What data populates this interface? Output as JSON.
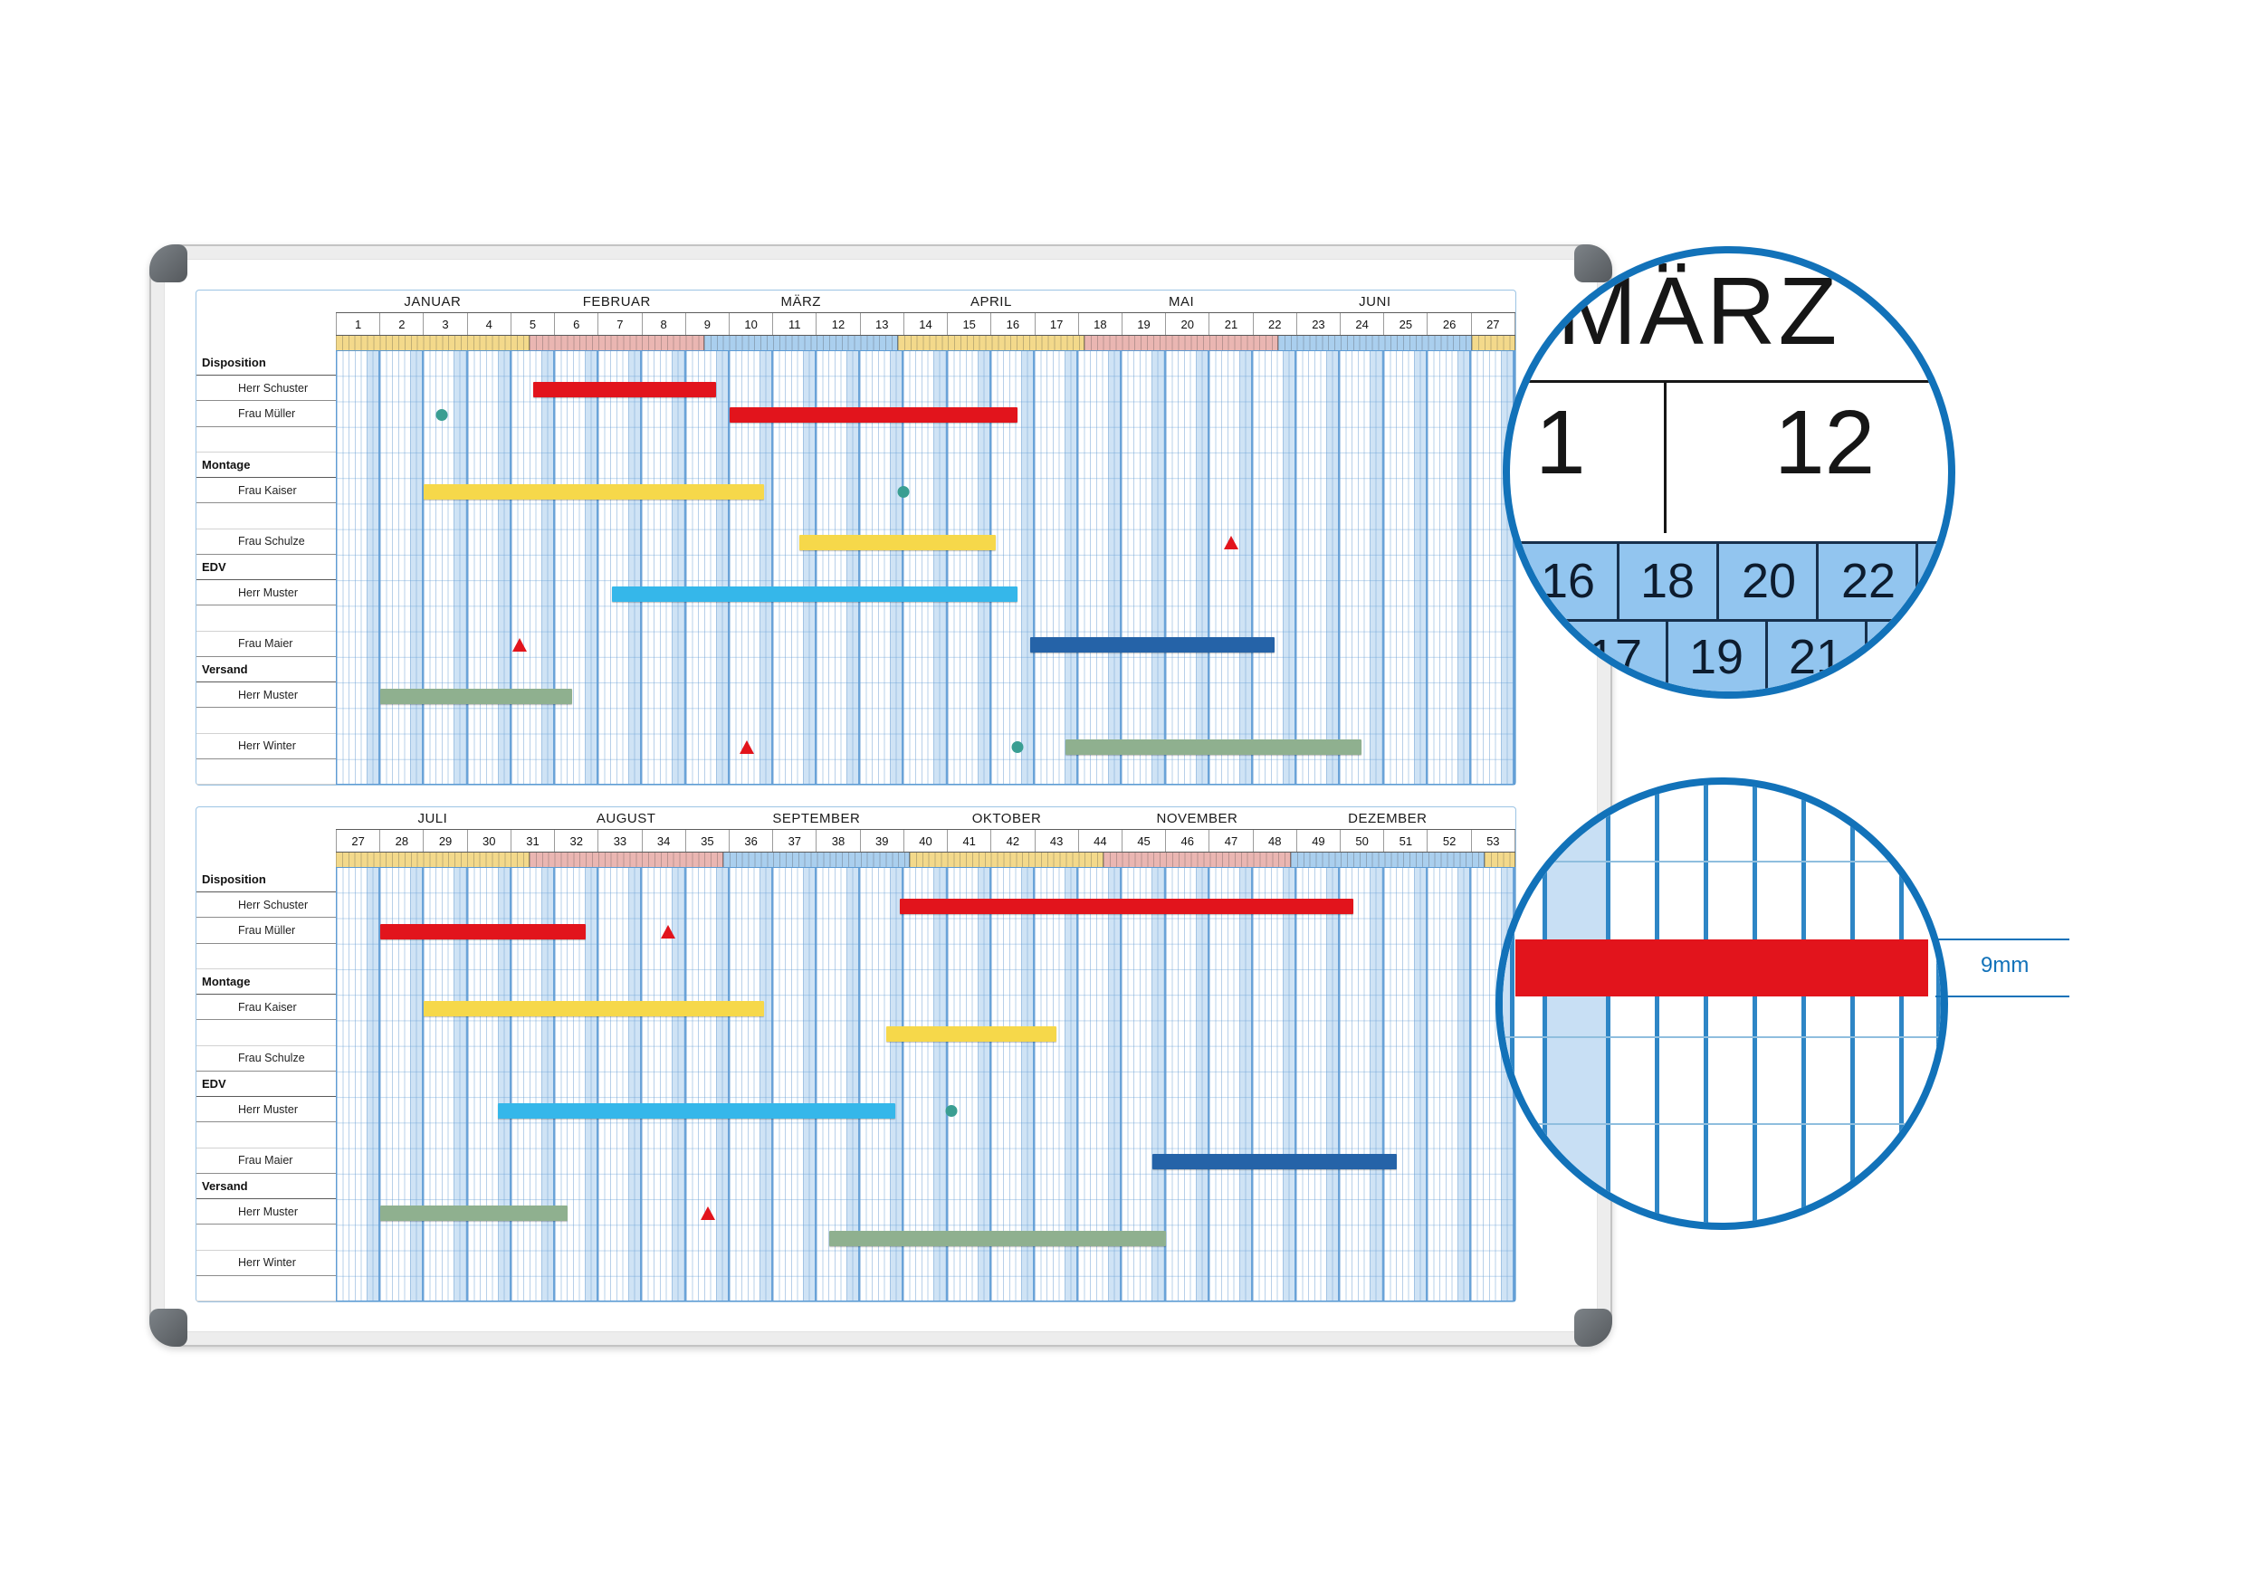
{
  "colors": {
    "accent_blue": "#1272b9",
    "bar_red": "#e2141c",
    "bar_yellow": "#f6d84a",
    "bar_cyan": "#35b7ea",
    "bar_blue": "#2563a8",
    "bar_green": "#8fb08f",
    "dot_teal": "#3a9e92",
    "weekend_fill": "#cfe3f5",
    "strip_yellow": "#f3d98b",
    "strip_rose": "#eab6b2",
    "strip_blue": "#aacfee"
  },
  "rows": [
    {
      "type": "section",
      "label": "Disposition"
    },
    {
      "type": "person",
      "label": "Herr Schuster"
    },
    {
      "type": "person",
      "label": "Frau Müller"
    },
    {
      "type": "blank",
      "label": ""
    },
    {
      "type": "section",
      "label": "Montage"
    },
    {
      "type": "person",
      "label": "Frau Kaiser"
    },
    {
      "type": "blank",
      "label": ""
    },
    {
      "type": "person",
      "label": "Frau Schulze"
    },
    {
      "type": "section",
      "label": "EDV"
    },
    {
      "type": "person",
      "label": "Herr Muster"
    },
    {
      "type": "blank",
      "label": ""
    },
    {
      "type": "person",
      "label": "Frau Maier"
    },
    {
      "type": "section",
      "label": "Versand"
    },
    {
      "type": "person",
      "label": "Herr Muster"
    },
    {
      "type": "blank",
      "label": ""
    },
    {
      "type": "person",
      "label": "Herr Winter"
    },
    {
      "type": "blank",
      "label": ""
    }
  ],
  "panels": [
    {
      "name": "first-half-year",
      "weeks": [
        "1",
        "2",
        "3",
        "4",
        "5",
        "6",
        "7",
        "8",
        "9",
        "10",
        "11",
        "12",
        "13",
        "14",
        "15",
        "16",
        "17",
        "18",
        "19",
        "20",
        "21",
        "22",
        "23",
        "24",
        "25",
        "26",
        "27"
      ],
      "months": [
        {
          "label": "JANUAR",
          "start": 0,
          "end": 4.43,
          "color_key": "strip_yellow"
        },
        {
          "label": "FEBRUAR",
          "start": 4.43,
          "end": 8.43,
          "color_key": "strip_rose"
        },
        {
          "label": "MÄRZ",
          "start": 8.43,
          "end": 12.86,
          "color_key": "strip_blue"
        },
        {
          "label": "APRIL",
          "start": 12.86,
          "end": 17.14,
          "color_key": "strip_yellow"
        },
        {
          "label": "MAI",
          "start": 17.14,
          "end": 21.57,
          "color_key": "strip_rose"
        },
        {
          "label": "JUNI",
          "start": 21.57,
          "end": 26.0,
          "color_key": "strip_blue"
        },
        {
          "label": "",
          "start": 26.0,
          "end": 27,
          "color_key": "strip_yellow"
        }
      ],
      "bars": [
        {
          "row": 1,
          "start": 4.5,
          "end": 8.7,
          "color": "bar_red"
        },
        {
          "row": 2,
          "start": 9.0,
          "end": 15.6,
          "color": "bar_red"
        },
        {
          "row": 5,
          "start": 2.0,
          "end": 9.8,
          "color": "bar_yellow"
        },
        {
          "row": 7,
          "start": 10.6,
          "end": 15.1,
          "color": "bar_yellow"
        },
        {
          "row": 9,
          "start": 6.3,
          "end": 15.6,
          "color": "bar_cyan"
        },
        {
          "row": 11,
          "start": 15.9,
          "end": 21.5,
          "color": "bar_blue"
        },
        {
          "row": 13,
          "start": 1.0,
          "end": 5.4,
          "color": "bar_green"
        },
        {
          "row": 15,
          "start": 16.7,
          "end": 23.5,
          "color": "bar_green"
        }
      ],
      "markers": [
        {
          "row": 2,
          "week": 2.4,
          "type": "dot"
        },
        {
          "row": 5,
          "week": 13.0,
          "type": "dot"
        },
        {
          "row": 7,
          "week": 20.5,
          "type": "triangle"
        },
        {
          "row": 11,
          "week": 4.2,
          "type": "triangle"
        },
        {
          "row": 15,
          "week": 9.4,
          "type": "triangle"
        },
        {
          "row": 15,
          "week": 15.6,
          "type": "dot"
        }
      ]
    },
    {
      "name": "second-half-year",
      "weeks": [
        "27",
        "28",
        "29",
        "30",
        "31",
        "32",
        "33",
        "34",
        "35",
        "36",
        "37",
        "38",
        "39",
        "40",
        "41",
        "42",
        "43",
        "44",
        "45",
        "46",
        "47",
        "48",
        "49",
        "50",
        "51",
        "52",
        "53"
      ],
      "months": [
        {
          "label": "JULI",
          "start": 0,
          "end": 4.43,
          "color_key": "strip_yellow"
        },
        {
          "label": "AUGUST",
          "start": 4.43,
          "end": 8.86,
          "color_key": "strip_rose"
        },
        {
          "label": "SEPTEMBER",
          "start": 8.86,
          "end": 13.14,
          "color_key": "strip_blue"
        },
        {
          "label": "OKTOBER",
          "start": 13.14,
          "end": 17.57,
          "color_key": "strip_yellow"
        },
        {
          "label": "NOVEMBER",
          "start": 17.57,
          "end": 21.86,
          "color_key": "strip_rose"
        },
        {
          "label": "DEZEMBER",
          "start": 21.86,
          "end": 26.29,
          "color_key": "strip_blue"
        },
        {
          "label": "",
          "start": 26.29,
          "end": 27,
          "color_key": "strip_yellow"
        }
      ],
      "bars": [
        {
          "row": 1,
          "start": 12.9,
          "end": 23.3,
          "color": "bar_red"
        },
        {
          "row": 2,
          "start": 1.0,
          "end": 5.7,
          "color": "bar_red"
        },
        {
          "row": 5,
          "start": 2.0,
          "end": 9.8,
          "color": "bar_yellow"
        },
        {
          "row": 6,
          "start": 12.6,
          "end": 16.5,
          "color": "bar_yellow"
        },
        {
          "row": 9,
          "start": 3.7,
          "end": 12.8,
          "color": "bar_cyan"
        },
        {
          "row": 11,
          "start": 18.7,
          "end": 24.3,
          "color": "bar_blue"
        },
        {
          "row": 13,
          "start": 1.0,
          "end": 5.3,
          "color": "bar_green"
        },
        {
          "row": 14,
          "start": 11.3,
          "end": 19.0,
          "color": "bar_green"
        }
      ],
      "markers": [
        {
          "row": 2,
          "week": 7.6,
          "type": "triangle"
        },
        {
          "row": 9,
          "week": 14.1,
          "type": "dot"
        },
        {
          "row": 13,
          "week": 8.5,
          "type": "triangle"
        }
      ]
    }
  ],
  "callout_month": {
    "month": "MÄRZ",
    "week_left": "1",
    "week_right": "12",
    "days_top": [
      "16",
      "18",
      "20",
      "22"
    ],
    "days_bottom": [
      "17",
      "19",
      "21"
    ]
  },
  "callout_strip": {
    "dimension_label": "9mm"
  }
}
